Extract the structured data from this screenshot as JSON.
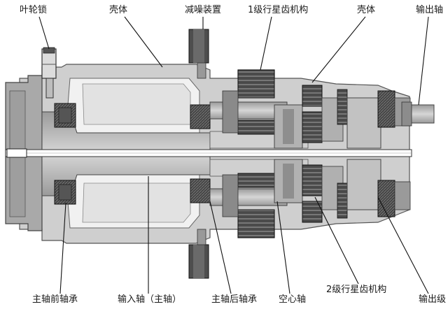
{
  "labels": {
    "impeller_lock": "叶轮锁",
    "housing_left": "壳体",
    "damping_device": "减噪装置",
    "stage1_planetary": "1级行星齿机构",
    "housing_right": "壳体",
    "output_shaft": "输出轴",
    "main_front_bearing": "主轴前轴承",
    "input_shaft": "输入轴（主轴）",
    "main_rear_bearing": "主轴后轴承",
    "hollow_shaft": "空心轴",
    "stage2_planetary": "2级行星齿机构",
    "output_stage": "输出级"
  },
  "colors": {
    "housing": "#c9c9c9",
    "housing_dark": "#8f8f8f",
    "shaft": "#b8b8b8",
    "bearing": "#3a3a3a",
    "gear": "#5a5a5a",
    "cavity": "#f4f4f4",
    "bore": "#ffffff"
  }
}
